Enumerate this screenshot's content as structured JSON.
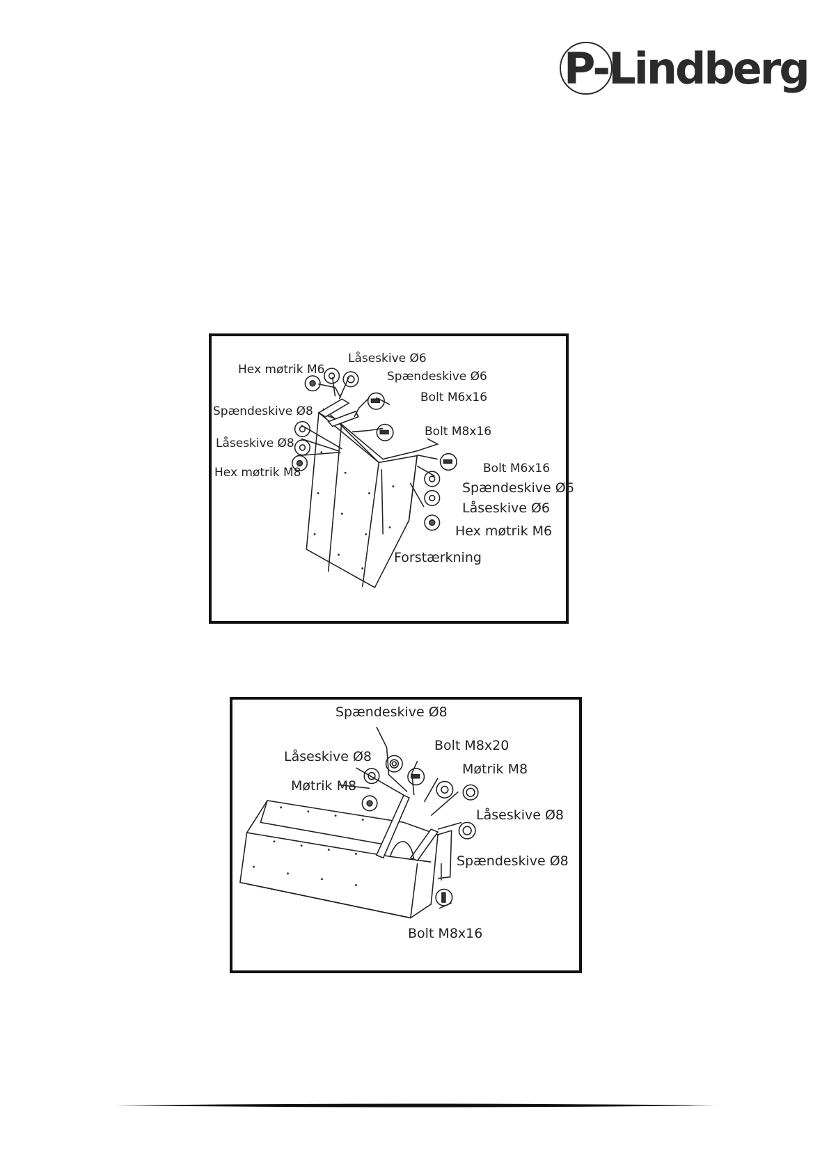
{
  "brand": {
    "logo_text": "P-Lindberg"
  },
  "figure1": {
    "labels": {
      "hex_motrik_m6_top": "Hex møtrik M6",
      "laaseskive_o6_top": "Låseskive Ø6",
      "spaendeskive_o6_top": "Spændeskive Ø6",
      "bolt_m6x16_top": "Bolt M6x16",
      "spaendeskive_o8": "Spændeskive Ø8",
      "bolt_m8x16": "Bolt M8x16",
      "laaseskive_o8": "Låseskive Ø8",
      "hex_motrik_m8": "Hex møtrik M8",
      "bolt_m6x16_right": "Bolt M6x16",
      "spaendeskive_o6_right": "Spændeskive Ø6",
      "laaseskive_o6_right": "Låseskive Ø6",
      "hex_motrik_m6_right": "Hex møtrik M6",
      "forstaerkning": "Forstærkning"
    }
  },
  "figure2": {
    "labels": {
      "spaendeskive_o8_top": "Spændeskive Ø8",
      "bolt_m8x20": "Bolt M8x20",
      "laaseskive_o8_left": "Låseskive Ø8",
      "motrik_m8_right": "Møtrik M8",
      "motrik_m8_left": "Møtrik M8",
      "laaseskive_o8_right": "Låseskive Ø8",
      "spaendeskive_o8_right": "Spændeskive Ø8",
      "bolt_m8x16": "Bolt M8x16"
    }
  }
}
